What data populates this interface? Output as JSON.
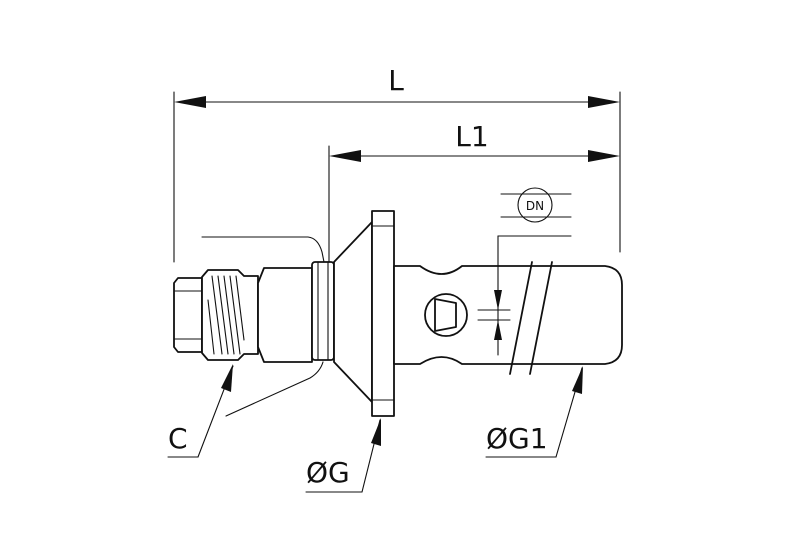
{
  "labels": {
    "length_total": "L",
    "length_partial": "L1",
    "nominal_diameter": "DN",
    "thread": "C",
    "flange_diameter": "ØG",
    "tube_diameter": "ØG1"
  }
}
